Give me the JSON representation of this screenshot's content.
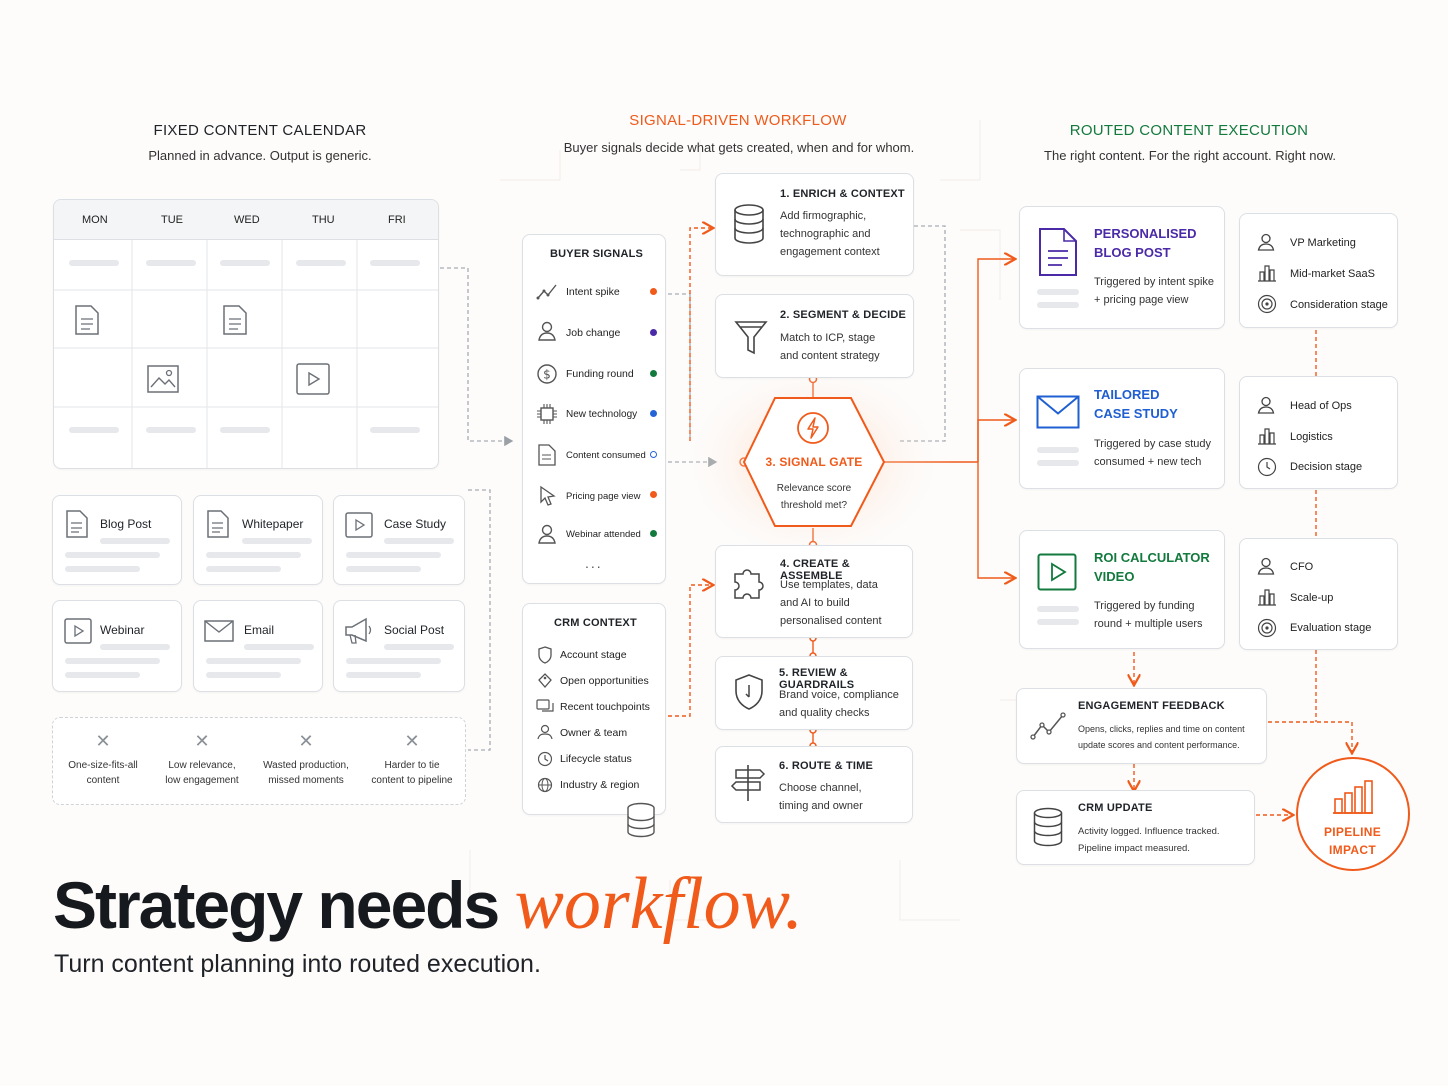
{
  "colors": {
    "orange": "#f05a1a",
    "green": "#137a3e",
    "purple": "#4b2aa8",
    "dark": "#1f2328"
  },
  "left": {
    "title": "FIXED CONTENT CALENDAR",
    "subtitle": "Planned in advance. Output is generic.",
    "days": [
      "MON",
      "TUE",
      "WED",
      "THU",
      "FRI"
    ],
    "formats": [
      {
        "label": "Blog Post",
        "icon": "document-icon"
      },
      {
        "label": "Whitepaper",
        "icon": "document-icon"
      },
      {
        "label": "Case Study",
        "icon": "video-icon"
      },
      {
        "label": "Webinar",
        "icon": "video-icon"
      },
      {
        "label": "Email",
        "icon": "envelope-icon"
      },
      {
        "label": "Social Post",
        "icon": "megaphone-icon"
      }
    ],
    "problems": [
      [
        "One-size-fits-all",
        "content"
      ],
      [
        "Low relevance,",
        "low engagement"
      ],
      [
        "Wasted production,",
        "missed moments"
      ],
      [
        "Harder to tie",
        "content to pipeline"
      ]
    ]
  },
  "middle": {
    "title": "SIGNAL-DRIVEN WORKFLOW",
    "subtitle": "Buyer signals decide what gets created, when and for whom.",
    "signals_title": "BUYER SIGNALS",
    "signals": [
      {
        "label": "Intent spike",
        "icon": "trend-icon",
        "color": "#f05a1a"
      },
      {
        "label": "Job change",
        "icon": "person-icon",
        "color": "#4b2aa8"
      },
      {
        "label": "Funding round",
        "icon": "dollar-icon",
        "color": "#137a3e"
      },
      {
        "label": "New technology",
        "icon": "chip-icon",
        "color": "#2463d6"
      },
      {
        "label": "Content consumed",
        "icon": "document-icon",
        "color": "#2463d6"
      },
      {
        "label": "Pricing page view",
        "icon": "cursor-icon",
        "color": "#f05a1a"
      },
      {
        "label": "Webinar attended",
        "icon": "person-icon",
        "color": "#137a3e"
      }
    ],
    "signals_more": "...",
    "crm_title": "CRM CONTEXT",
    "crm": [
      {
        "label": "Account stage",
        "icon": "shield-icon"
      },
      {
        "label": "Open opportunities",
        "icon": "tag-icon"
      },
      {
        "label": "Recent touchpoints",
        "icon": "chat-icon"
      },
      {
        "label": "Owner & team",
        "icon": "person-icon"
      },
      {
        "label": "Lifecycle status",
        "icon": "clock-icon"
      },
      {
        "label": "Industry & region",
        "icon": "globe-icon"
      }
    ],
    "steps": [
      {
        "title": "1. ENRICH & CONTEXT",
        "desc": [
          "Add firmographic,",
          "technographic and",
          "engagement context"
        ]
      },
      {
        "title": "2. SEGMENT & DECIDE",
        "desc": [
          "Match to ICP, stage",
          "and content strategy"
        ]
      },
      {
        "title": "4. CREATE & ASSEMBLE",
        "desc": [
          "Use templates, data",
          "and AI to build",
          "personalised content"
        ]
      },
      {
        "title": "5. REVIEW & GUARDRAILS",
        "desc": [
          "Brand voice, compliance",
          "and quality checks"
        ]
      },
      {
        "title": "6. ROUTE & TIME",
        "desc": [
          "Choose channel,",
          "timing and owner"
        ]
      }
    ],
    "gate": {
      "title": "3. SIGNAL GATE",
      "desc": [
        "Relevance score",
        "threshold met?"
      ]
    }
  },
  "right": {
    "title": "ROUTED CONTENT EXECUTION",
    "subtitle": "The right content. For the right account. Right now.",
    "outputs": [
      {
        "title": [
          "PERSONALISED",
          "BLOG POST"
        ],
        "desc": [
          "Triggered by intent spike",
          "+ pricing page view"
        ],
        "icon": "document-icon",
        "audience": [
          "VP Marketing",
          "Mid-market SaaS",
          "Consideration stage"
        ]
      },
      {
        "title": [
          "TAILORED",
          "CASE STUDY"
        ],
        "desc": [
          "Triggered by case study",
          "consumed + new tech"
        ],
        "icon": "envelope-icon",
        "audience": [
          "Head of Ops",
          "Logistics",
          "Decision stage"
        ]
      },
      {
        "title": [
          "ROI CALCULATOR",
          "VIDEO"
        ],
        "desc": [
          "Triggered by funding",
          "round + multiple users"
        ],
        "icon": "video-icon",
        "audience": [
          "CFO",
          "Scale-up",
          "Evaluation stage"
        ]
      }
    ],
    "feedback": {
      "title": "ENGAGEMENT FEEDBACK",
      "desc": [
        "Opens, clicks, replies and time on content",
        "update scores and content performance."
      ]
    },
    "crm_update": {
      "title": "CRM UPDATE",
      "desc": [
        "Activity logged. Influence tracked.",
        "Pipeline impact measured."
      ]
    },
    "pipeline": [
      "PIPELINE",
      "IMPACT"
    ]
  },
  "headline": {
    "main": "Strategy needs ",
    "accent": "workflow.",
    "sub": "Turn content planning into routed execution."
  }
}
